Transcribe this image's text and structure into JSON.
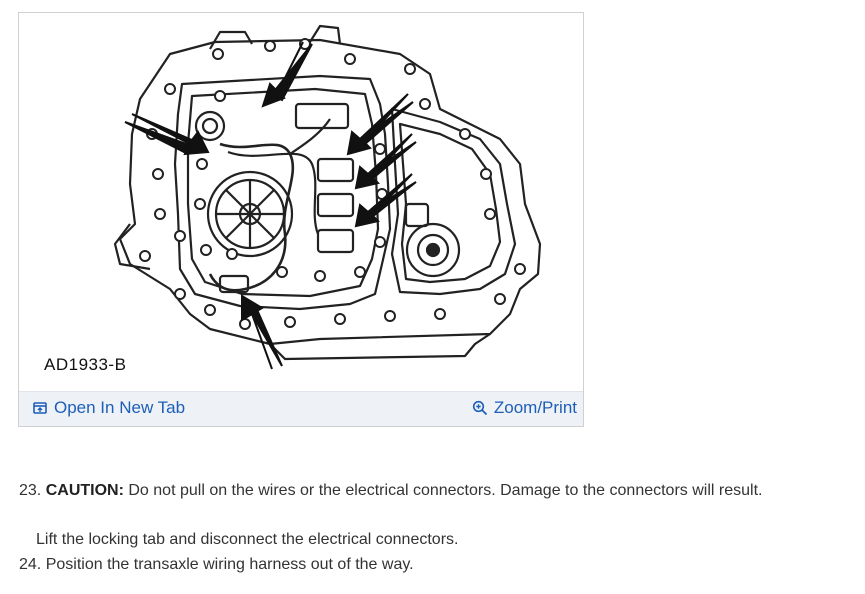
{
  "figure": {
    "code_label": "AD1933-B",
    "open_tab_label": "Open In New Tab",
    "zoom_label": "Zoom/Print",
    "open_tab_icon": "open-in-new-tab-icon",
    "zoom_icon": "zoom-in-icon",
    "link_color": "#1d5fb8"
  },
  "steps": [
    {
      "number": "23.",
      "caution_label": "CAUTION:",
      "caution_text": "Do not pull on the wires or the electrical connectors. Damage to the connectors will result.",
      "instruction": "Lift the locking tab and disconnect the electrical connectors."
    },
    {
      "number": "24.",
      "text": "Position the transaxle wiring harness out of the way."
    }
  ]
}
